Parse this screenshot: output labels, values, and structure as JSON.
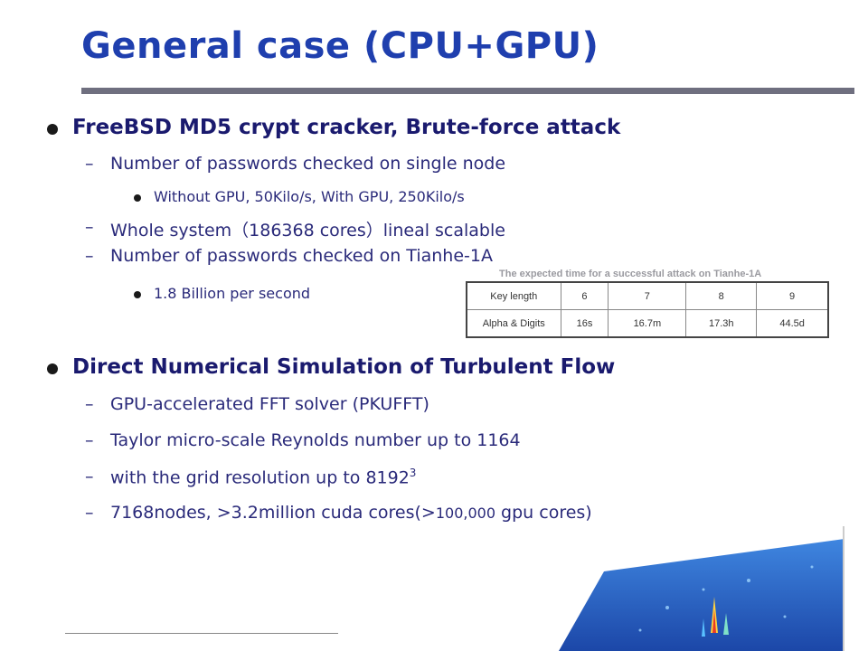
{
  "title": "General case (CPU+GPU)",
  "section1": {
    "heading": "FreeBSD MD5 crypt cracker, Brute-force attack",
    "items": [
      {
        "dash": "–",
        "text": "Number of passwords checked on single node"
      },
      {
        "text": "Without GPU, 50Kilo/s, With GPU, 250Kilo/s"
      },
      {
        "dash": "–",
        "text": "Whole system（186368 cores）lineal scalable"
      },
      {
        "dash": "–",
        "text": "Number of passwords checked on Tianhe-1A"
      },
      {
        "text": "1.8 Billion per second"
      }
    ]
  },
  "table": {
    "caption": "The expected time for a successful attack on Tianhe-1A",
    "rows": [
      [
        "Key length",
        "6",
        "7",
        "8",
        "9"
      ],
      [
        "Alpha & Digits",
        "16s",
        "16.7m",
        "17.3h",
        "44.5d"
      ]
    ]
  },
  "section2": {
    "heading": "Direct Numerical Simulation of Turbulent Flow",
    "items": [
      {
        "dash": "–",
        "text": "GPU-accelerated FFT solver (PKUFFT)"
      },
      {
        "dash": "–",
        "text": "Taylor micro-scale Reynolds number up to 1164"
      },
      {
        "dash": "–",
        "text": "with the grid resolution up to 8192",
        "sup": "3"
      },
      {
        "dash": "–",
        "text_a": "7168nodes, >3.2million cuda cores(>",
        "text_b": "100,000",
        "text_c": " gpu cores)"
      }
    ]
  },
  "colors": {
    "title": "#1f3fae",
    "rule": "#6f6f7f",
    "text": "#2a2a7a",
    "surface": "#2a5fc0"
  }
}
